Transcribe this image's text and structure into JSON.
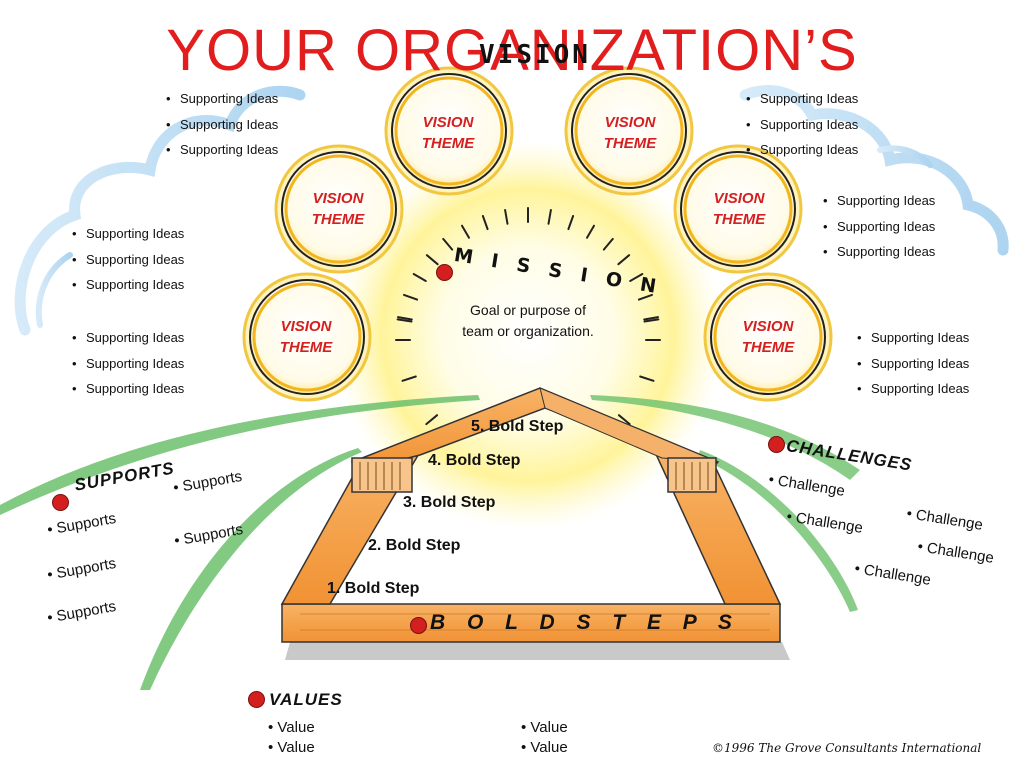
{
  "title": "YOUR ORGANIZATION’S",
  "vision_label": "VISION",
  "vision_themes": [
    {
      "label": "VISION\nTHEME"
    },
    {
      "label": "VISION\nTHEME"
    },
    {
      "label": "VISION\nTHEME"
    },
    {
      "label": "VISION\nTHEME"
    },
    {
      "label": "VISION\nTHEME"
    },
    {
      "label": "VISION\nTHEME"
    }
  ],
  "supporting_ideas": {
    "top_left": [
      "Supporting Ideas",
      "Supporting Ideas",
      "Supporting Ideas"
    ],
    "top_right": [
      "Supporting Ideas",
      "Supporting Ideas",
      "Supporting Ideas"
    ],
    "mid_left": [
      "Supporting Ideas",
      "Supporting Ideas",
      "Supporting Ideas"
    ],
    "mid_right": [
      "Supporting Ideas",
      "Supporting Ideas",
      "Supporting Ideas"
    ],
    "low_left": [
      "Supporting Ideas",
      "Supporting Ideas",
      "Supporting Ideas"
    ],
    "low_right": [
      "Supporting Ideas",
      "Supporting Ideas",
      "Supporting Ideas"
    ]
  },
  "mission": {
    "label": "M I S S I O N",
    "description": "Goal or purpose of\nteam or organization."
  },
  "bold_steps": {
    "label": "B O L D   S T E P S",
    "steps": [
      "5. Bold Step",
      "4. Bold Step",
      "3. Bold Step",
      "2. Bold Step",
      "1. Bold Step"
    ]
  },
  "supports": {
    "label": "SUPPORTS",
    "items": [
      "• Supports",
      "• Supports",
      "• Supports",
      "• Supports",
      "• Supports"
    ]
  },
  "challenges": {
    "label": "CHALLENGES",
    "items": [
      "• Challenge",
      "• Challenge",
      "• Challenge",
      "• Challenge",
      "• Challenge"
    ]
  },
  "values": {
    "label": "VALUES",
    "items": [
      "• Value",
      "• Value",
      "• Value",
      "• Value"
    ]
  },
  "copyright": "©1996 The Grove Consultants International",
  "colors": {
    "title": "#e21d1d",
    "theme_text": "#d42020",
    "circle_ring": "#f2b51c",
    "circle_fill": "#fffbe8",
    "sun_glow": "#fff6a8",
    "roof": "#f6a34a",
    "cloud": "#a9d3f0",
    "arc": "#5ab65a",
    "dot": "#d41f1f"
  }
}
